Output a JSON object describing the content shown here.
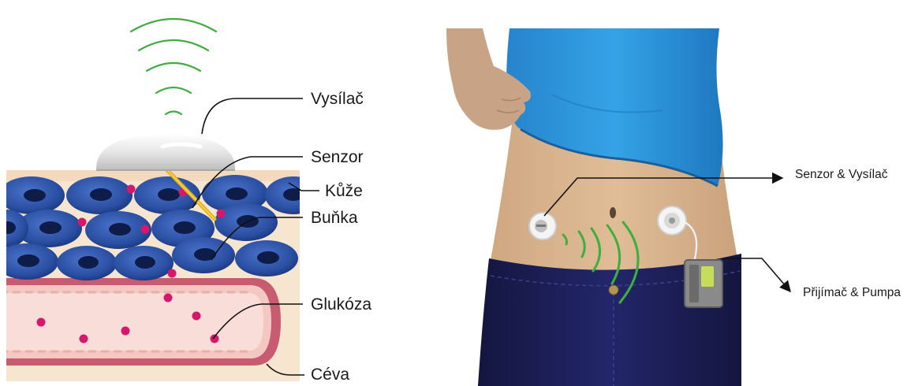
{
  "left_diagram": {
    "labels": {
      "transmitter": "Vysílač",
      "sensor": "Senzor",
      "skin": "Kůže",
      "cell": "Buňka",
      "glucose": "Glukóza",
      "vessel": "Céva"
    }
  },
  "right_diagram": {
    "labels": {
      "sensor_transmitter": "Senzor & Vysílač",
      "receiver_pump": "Přijímač & Pumpa"
    }
  },
  "colors": {
    "signal_green": "#3fae3f",
    "cell_blue": "#2a4fa3",
    "cell_nucleus": "#0e1c4a",
    "glucose_magenta": "#d6186d",
    "skin_tissue": "#f6e2c8",
    "vessel_wall": "#c95a6e",
    "shirt_blue": "#2a8fd6",
    "jeans_navy": "#1b1d52",
    "skin_belly": "#d9b48f",
    "sensor_probe": "#e6b214"
  }
}
